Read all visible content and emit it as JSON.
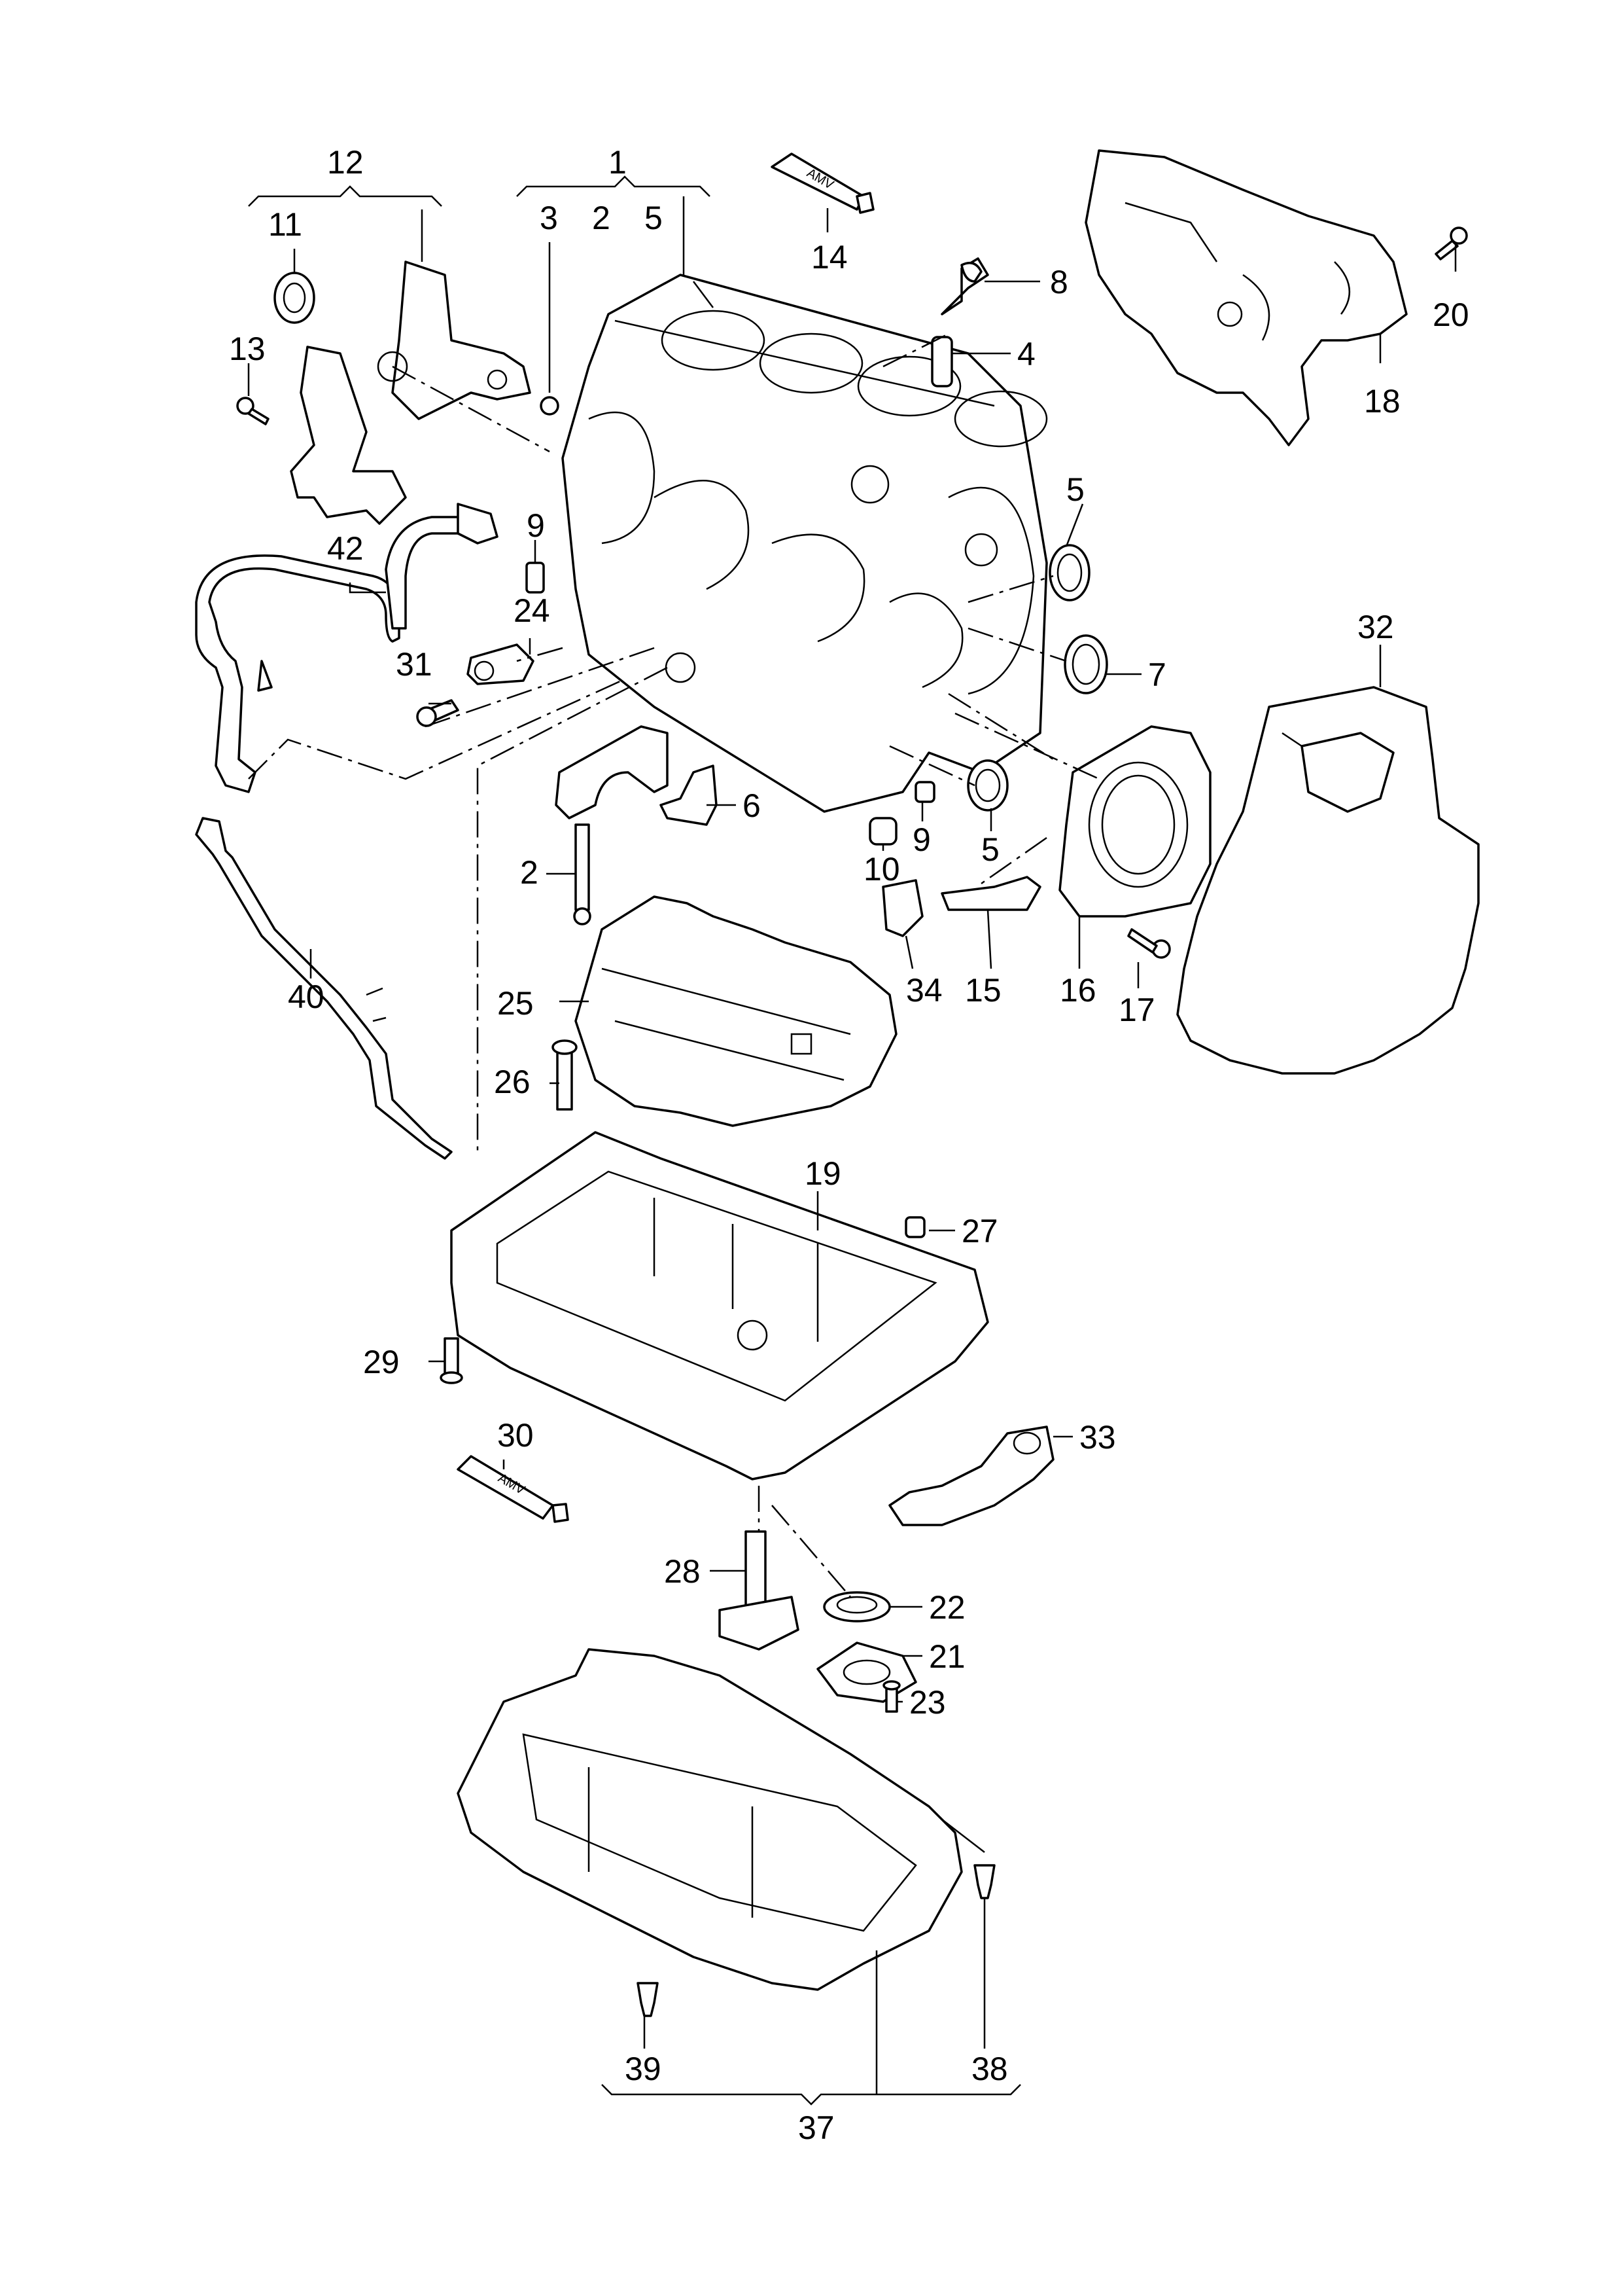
{
  "callouts": [
    {
      "id": "c1",
      "text": "1"
    },
    {
      "id": "c2a",
      "text": "2"
    },
    {
      "id": "c5a",
      "text": "5"
    },
    {
      "id": "c3",
      "text": "3"
    },
    {
      "id": "c12",
      "text": "12"
    },
    {
      "id": "c11",
      "text": "11"
    },
    {
      "id": "c13",
      "text": "13"
    },
    {
      "id": "c14",
      "text": "14"
    },
    {
      "id": "c8",
      "text": "8"
    },
    {
      "id": "c4",
      "text": "4"
    },
    {
      "id": "c20",
      "text": "20"
    },
    {
      "id": "c18",
      "text": "18"
    },
    {
      "id": "c9a",
      "text": "9"
    },
    {
      "id": "c42",
      "text": "42"
    },
    {
      "id": "c24",
      "text": "24"
    },
    {
      "id": "c31",
      "text": "31"
    },
    {
      "id": "c5b",
      "text": "5"
    },
    {
      "id": "c7",
      "text": "7"
    },
    {
      "id": "c32",
      "text": "32"
    },
    {
      "id": "c6",
      "text": "6"
    },
    {
      "id": "c9b",
      "text": "9"
    },
    {
      "id": "c5c",
      "text": "5"
    },
    {
      "id": "c10",
      "text": "10"
    },
    {
      "id": "c2b",
      "text": "2"
    },
    {
      "id": "c40",
      "text": "40"
    },
    {
      "id": "c34",
      "text": "34"
    },
    {
      "id": "c15",
      "text": "15"
    },
    {
      "id": "c16",
      "text": "16"
    },
    {
      "id": "c17",
      "text": "17"
    },
    {
      "id": "c25",
      "text": "25"
    },
    {
      "id": "c26",
      "text": "26"
    },
    {
      "id": "c19",
      "text": "19"
    },
    {
      "id": "c27",
      "text": "27"
    },
    {
      "id": "c29",
      "text": "29"
    },
    {
      "id": "c30",
      "text": "30"
    },
    {
      "id": "c33",
      "text": "33"
    },
    {
      "id": "c28",
      "text": "28"
    },
    {
      "id": "c22",
      "text": "22"
    },
    {
      "id": "c21",
      "text": "21"
    },
    {
      "id": "c23",
      "text": "23"
    },
    {
      "id": "c39",
      "text": "39"
    },
    {
      "id": "c38",
      "text": "38"
    },
    {
      "id": "c37",
      "text": "37"
    }
  ],
  "tube_labels": {
    "top": "AMV",
    "bottom": "AMV"
  }
}
